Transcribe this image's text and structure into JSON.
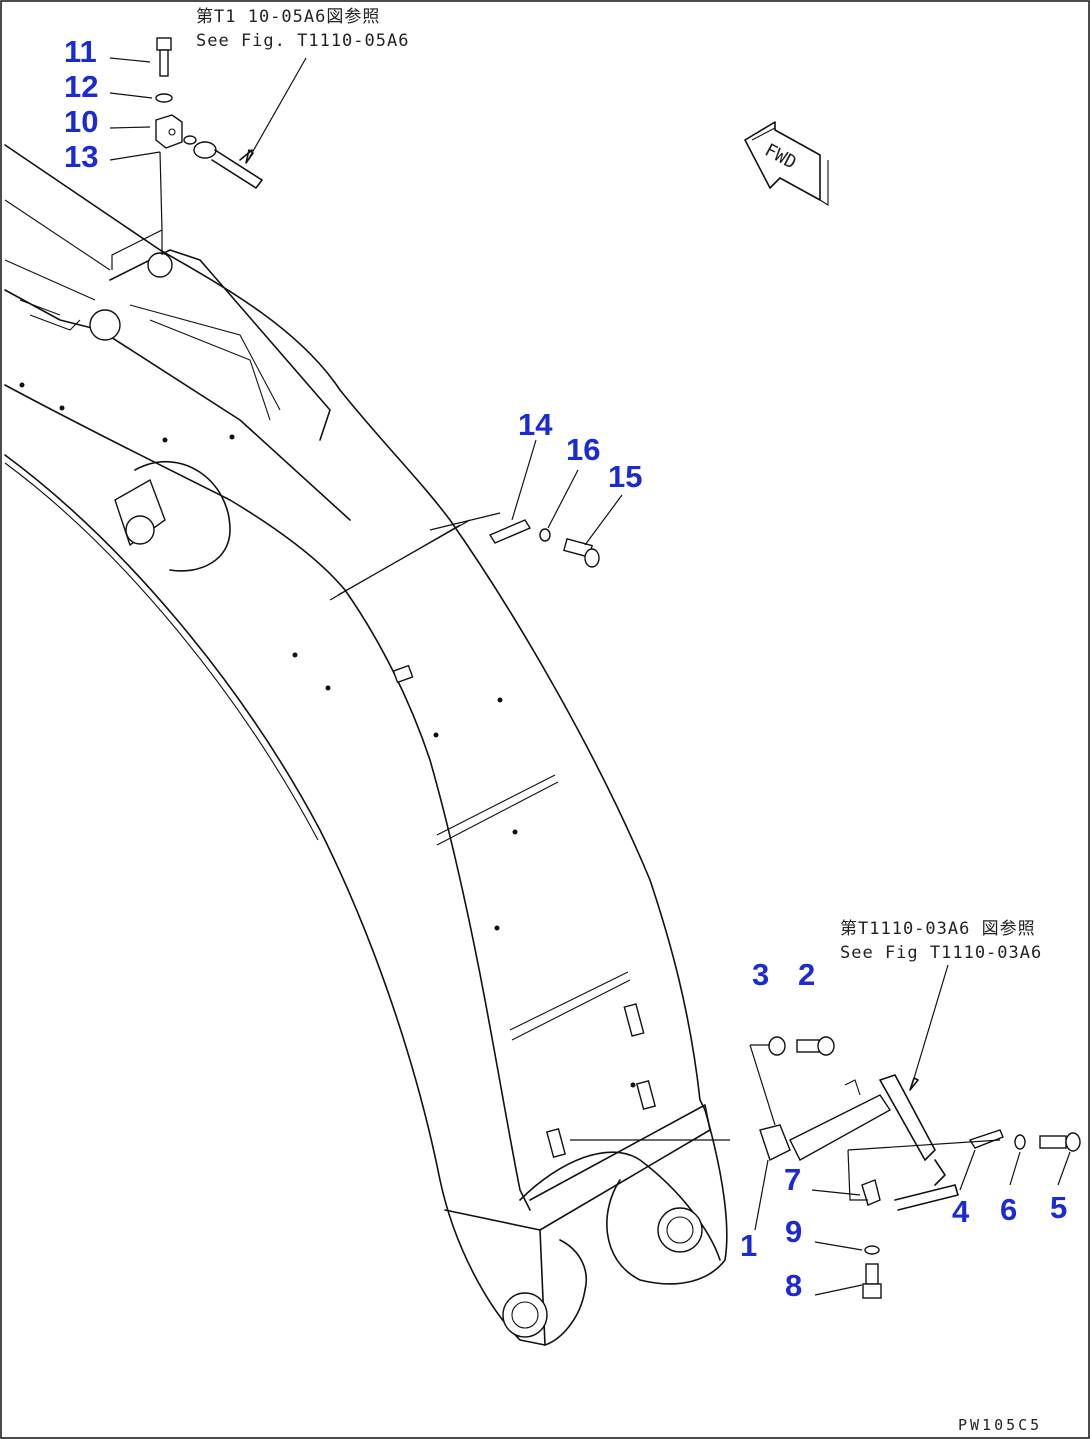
{
  "callouts": {
    "c1": "1",
    "c2": "2",
    "c3": "3",
    "c4": "4",
    "c5": "5",
    "c6": "6",
    "c7": "7",
    "c8": "8",
    "c9": "9",
    "c10": "10",
    "c11": "11",
    "c12": "12",
    "c13": "13",
    "c14": "14",
    "c15": "15",
    "c16": "16"
  },
  "references": {
    "top_jp": "第T1 10-05A6図参照",
    "top_en": "See Fig. T1110-05A6",
    "bottom_jp": "第T1110-03A6 図参照",
    "bottom_en": "See Fig T1110-03A6"
  },
  "direction": {
    "label": "FWD",
    "icon": "forward-arrow-icon"
  },
  "drawing_code": "PW105C5",
  "colors": {
    "callout": "#1a2bd6",
    "line": "#111111",
    "background": "#ffffff"
  }
}
